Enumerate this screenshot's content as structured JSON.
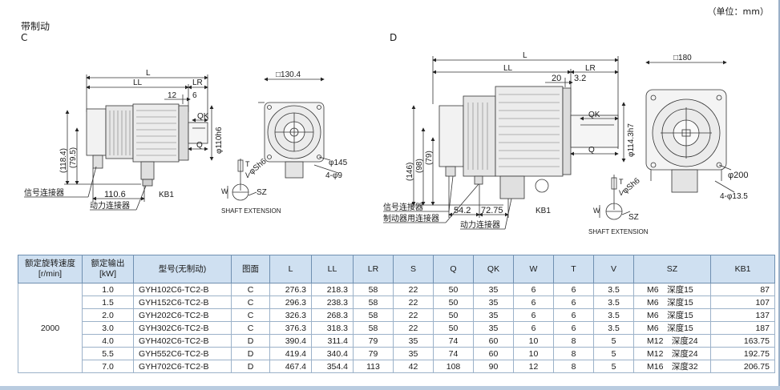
{
  "unit_note": "（单位：mm）",
  "section_title": "带制动",
  "view_c": {
    "letter": "C",
    "dims": {
      "L": "L",
      "LL": "LL",
      "LR": "LR",
      "d12": "12",
      "d6": "6",
      "QK": "QK",
      "Q": "Q",
      "shaft": "φ110h6",
      "d118_4": "(118.4)",
      "d79_5": "(79.5)",
      "d110_6": "110.6",
      "KB1": "KB1",
      "square": "□130.4",
      "phi145": "φ145",
      "holes": "4-φ9"
    },
    "labels": {
      "signal_connector": "信号连接器",
      "power_connector": "动力连接器"
    }
  },
  "view_d": {
    "letter": "D",
    "dims": {
      "L": "L",
      "LL": "LL",
      "LR": "LR",
      "d20": "20",
      "d3_2": "3.2",
      "QK": "QK",
      "Q": "Q",
      "shaft": "φ114.3h7",
      "d146": "(146)",
      "d98": "(98)",
      "d79": "(79)",
      "d54_2": "54.2",
      "d72_75": "72.75",
      "KB1": "KB1",
      "square": "□180",
      "phi200": "φ200",
      "holes": "4-φ13.5"
    },
    "labels": {
      "signal_connector": "信号连接器",
      "brake_connector": "制动器用连接器",
      "power_connector": "动力连接器"
    }
  },
  "shaft_ext": {
    "title": "SHAFT EXTENSION",
    "T": "T",
    "V": "V",
    "W": "W",
    "SZ": "SZ",
    "phi": "φSh6"
  },
  "table": {
    "headers": [
      "额定旋转速度\n[r/min]",
      "额定输出\n[kW]",
      "型号(无制动)",
      "图面",
      "L",
      "LL",
      "LR",
      "S",
      "Q",
      "QK",
      "W",
      "T",
      "V",
      "SZ",
      "KB1"
    ],
    "speed": "2000",
    "rows": [
      [
        "1.0",
        "GYH102C6-TC2-B",
        "C",
        "276.3",
        "218.3",
        "58",
        "22",
        "50",
        "35",
        "6",
        "6",
        "3.5",
        "M6　深度15",
        "87"
      ],
      [
        "1.5",
        "GYH152C6-TC2-B",
        "C",
        "296.3",
        "238.3",
        "58",
        "22",
        "50",
        "35",
        "6",
        "6",
        "3.5",
        "M6　深度15",
        "107"
      ],
      [
        "2.0",
        "GYH202C6-TC2-B",
        "C",
        "326.3",
        "268.3",
        "58",
        "22",
        "50",
        "35",
        "6",
        "6",
        "3.5",
        "M6　深度15",
        "137"
      ],
      [
        "3.0",
        "GYH302C6-TC2-B",
        "C",
        "376.3",
        "318.3",
        "58",
        "22",
        "50",
        "35",
        "6",
        "6",
        "3.5",
        "M6　深度15",
        "187"
      ],
      [
        "4.0",
        "GYH402C6-TC2-B",
        "D",
        "390.4",
        "311.4",
        "79",
        "35",
        "74",
        "60",
        "10",
        "8",
        "5",
        "M12　深度24",
        "163.75"
      ],
      [
        "5.5",
        "GYH552C6-TC2-B",
        "D",
        "419.4",
        "340.4",
        "79",
        "35",
        "74",
        "60",
        "10",
        "8",
        "5",
        "M12　深度24",
        "192.75"
      ],
      [
        "7.0",
        "GYH702C6-TC2-B",
        "D",
        "467.4",
        "354.4",
        "113",
        "42",
        "108",
        "90",
        "12",
        "8",
        "5",
        "M16　深度32",
        "206.75"
      ]
    ]
  }
}
